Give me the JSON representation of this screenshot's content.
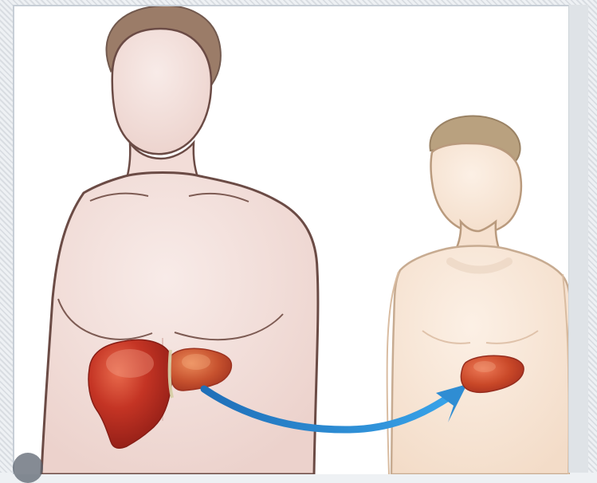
{
  "illustration": {
    "colors": {
      "background": "#ffffff",
      "adult_skin": "#f1ddd8",
      "adult_outline": "#6b4b45",
      "adult_hair": "#9b7c68",
      "child_skin": "#f7e6d5",
      "child_outline": "#b99a7d",
      "child_hair": "#b9a17f",
      "liver_dark": "#b2261b",
      "liver_mid": "#c63a24",
      "liver_light": "#d96c45",
      "arrow": "#2f8dd3"
    },
    "elements": {
      "adult": "adult-figure",
      "child": "child-figure",
      "adult_liver": "adult-liver",
      "graft": "liver-graft-segment",
      "transfer_arrow": "curved-transfer-arrow",
      "child_liver": "child-liver"
    }
  }
}
